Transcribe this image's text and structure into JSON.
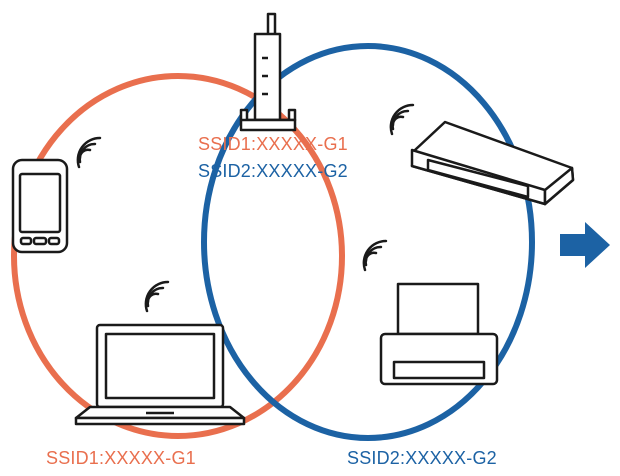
{
  "colors": {
    "network1": "#E96F4E",
    "network2": "#1C62A4",
    "device_line": "#1a1a1a",
    "arrow": "#1C62A4"
  },
  "router": {
    "ssid1_label": "SSID1:XXXXX-G1",
    "ssid2_label": "SSID2:XXXXX-G2"
  },
  "networks": {
    "network1_label": "SSID1:XXXXX-G1",
    "network2_label": "SSID2:XXXXX-G2"
  },
  "icons": {
    "router": "router-icon",
    "smartphone": "smartphone-icon",
    "laptop": "laptop-icon",
    "scanner": "scanner-icon",
    "printer": "printer-icon",
    "wifi": "wifi-icon",
    "arrow": "arrow-right-icon"
  }
}
